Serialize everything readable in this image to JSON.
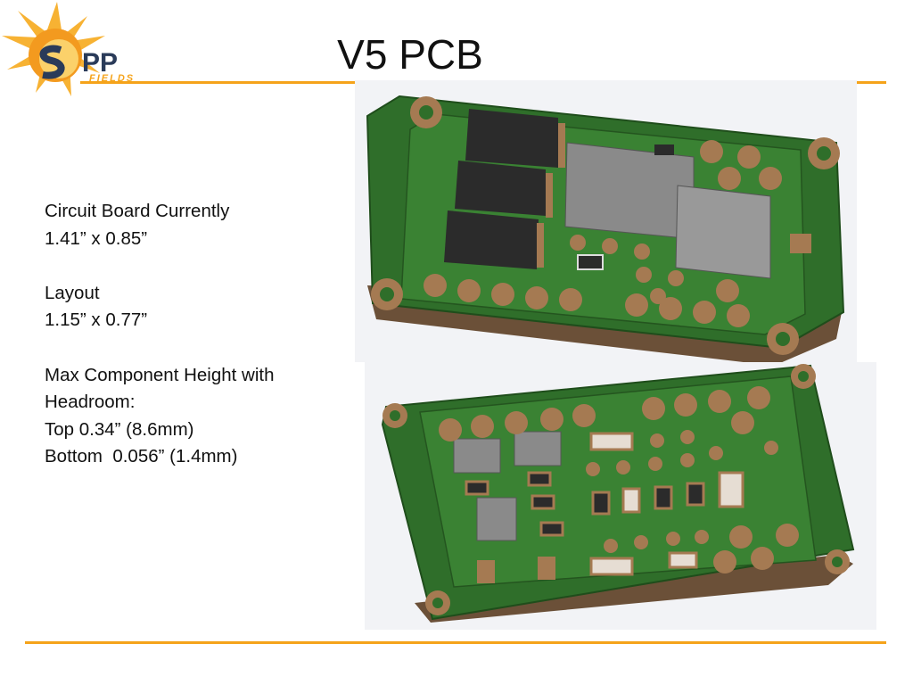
{
  "slide": {
    "title": "V5 PCB",
    "logo": {
      "text": "PP",
      "subtext": "FIELDS",
      "icon": "sun-icon"
    },
    "lines": [
      "Circuit Board Currently",
      "1.41” x 0.85”",
      "",
      "Layout",
      "1.15” x 0.77”",
      "",
      "Max Component Height with",
      "Headroom:",
      "Top 0.34” (8.6mm)",
      "Bottom  0.056” (1.4mm)"
    ]
  },
  "colors": {
    "accent": "#f5a31a",
    "pcb_green": "#2f6e2a",
    "pcb_inner": "#3a8233",
    "copper": "#a57a52",
    "component_dark": "#2b2b2b",
    "component_gray": "#8a8a8a"
  }
}
